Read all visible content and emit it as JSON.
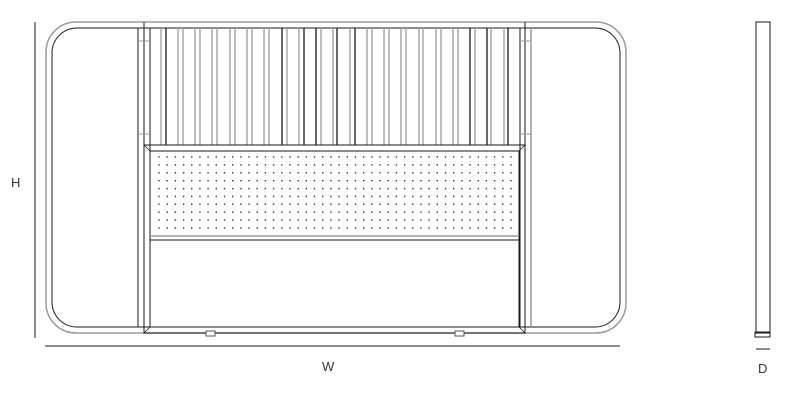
{
  "drawing": {
    "type": "technical-elevation",
    "views": [
      "front-elevation",
      "side-elevation"
    ],
    "dimensions": {
      "height_label": "H",
      "width_label": "W",
      "depth_label": "D"
    },
    "front": {
      "frame": {
        "shape": "rounded-rectangle-tube",
        "corner_radius": "large"
      },
      "upper_section": {
        "type": "vertical-slats",
        "slat_count": 14
      },
      "middle_section": {
        "type": "perforated-panel",
        "dot_rows": 10,
        "dot_columns": 44
      },
      "lower_section": {
        "type": "plain-panel"
      },
      "feet": {
        "count": 2
      }
    },
    "side": {
      "type": "thin-profile",
      "base": "foot-plate"
    },
    "colors": {
      "line_dark": "#1a1a1a",
      "line_gray": "#9a9a9a",
      "dot": "#333333",
      "background": "#ffffff"
    }
  }
}
